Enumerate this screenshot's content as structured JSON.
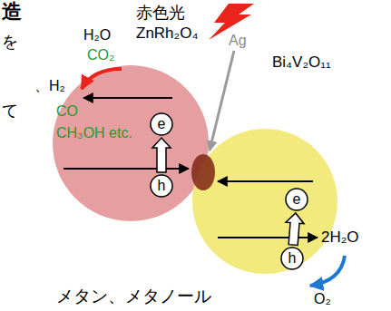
{
  "diagram": {
    "nodes": [
      {
        "text": [
          "ZnRh₂O₄"
        ]
      },
      {
        "text": [
          "e"
        ],
        "in": 0
      },
      {
        "text": [
          "h"
        ],
        "in": 0
      },
      {
        "text": [
          "Bi₄V₂O₁₁"
        ]
      },
      {
        "text": [
          "e"
        ],
        "in": 3
      },
      {
        "text": [
          "h"
        ],
        "in": 3
      }
    ],
    "edges": [
      {
        "from": 2,
        "to": 1,
        "arrow": "to"
      },
      {
        "from": 5,
        "to": 4,
        "arrow": "to"
      }
    ],
    "labels": [
      "造",
      "を",
      "赤色光",
      "Ag",
      "H₂O",
      "CO₂",
      "、H₂",
      "CO",
      "CH₃OH etc.",
      "て",
      "2H₂O",
      "O₂",
      "メタン、メタノール"
    ]
  }
}
